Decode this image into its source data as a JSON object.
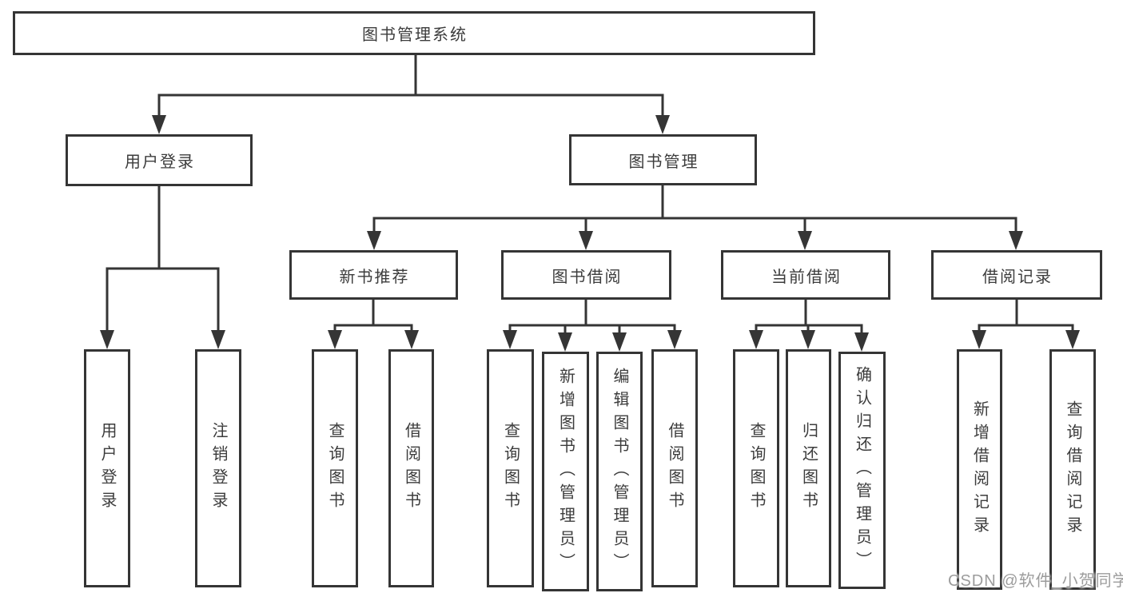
{
  "diagram": {
    "root": {
      "label": "图书管理系统"
    },
    "level2": [
      {
        "label": "用户登录"
      },
      {
        "label": "图书管理"
      }
    ],
    "level3": [
      {
        "label": "新书推荐",
        "parent": "图书管理"
      },
      {
        "label": "图书借阅",
        "parent": "图书管理"
      },
      {
        "label": "当前借阅",
        "parent": "图书管理"
      },
      {
        "label": "借阅记录",
        "parent": "图书管理"
      }
    ],
    "leaves": [
      {
        "label": "用户登录",
        "parent": "用户登录"
      },
      {
        "label": "注销登录",
        "parent": "用户登录"
      },
      {
        "label": "查询图书",
        "parent": "新书推荐"
      },
      {
        "label": "借阅图书",
        "parent": "新书推荐"
      },
      {
        "label": "查询图书",
        "parent": "图书借阅"
      },
      {
        "label": "新增图书（管理员）",
        "parent": "图书借阅"
      },
      {
        "label": "编辑图书（管理员）",
        "parent": "图书借阅"
      },
      {
        "label": "借阅图书",
        "parent": "图书借阅"
      },
      {
        "label": "查询图书",
        "parent": "当前借阅"
      },
      {
        "label": "归还图书",
        "parent": "当前借阅"
      },
      {
        "label": "确认归还（管理员）",
        "parent": "当前借阅"
      },
      {
        "label": "新增借阅记录",
        "parent": "借阅记录"
      },
      {
        "label": "查询借阅记录",
        "parent": "借阅记录"
      }
    ]
  },
  "watermark": {
    "text": "CSDN @软件_小贺同学"
  },
  "colors": {
    "line": "#353535",
    "box_border": "#353535",
    "text": "#3c3c3c",
    "watermark": "#9c9c9c",
    "background": "#ffffff"
  }
}
